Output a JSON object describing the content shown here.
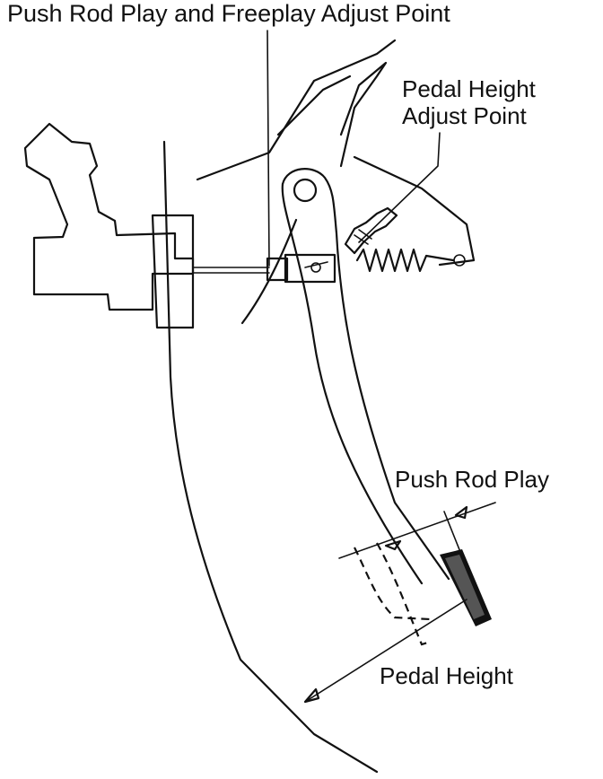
{
  "labels": {
    "pushrod_freeplay_adjust": "Push Rod Play and Freeplay Adjust Point",
    "pedal_height_adjust_line1": "Pedal Height",
    "pedal_height_adjust_line2": "Adjust Point",
    "pushrod_play": "Push Rod Play",
    "pedal_height": "Pedal Height"
  },
  "colors": {
    "ink": "#111111",
    "paper": "#ffffff"
  }
}
